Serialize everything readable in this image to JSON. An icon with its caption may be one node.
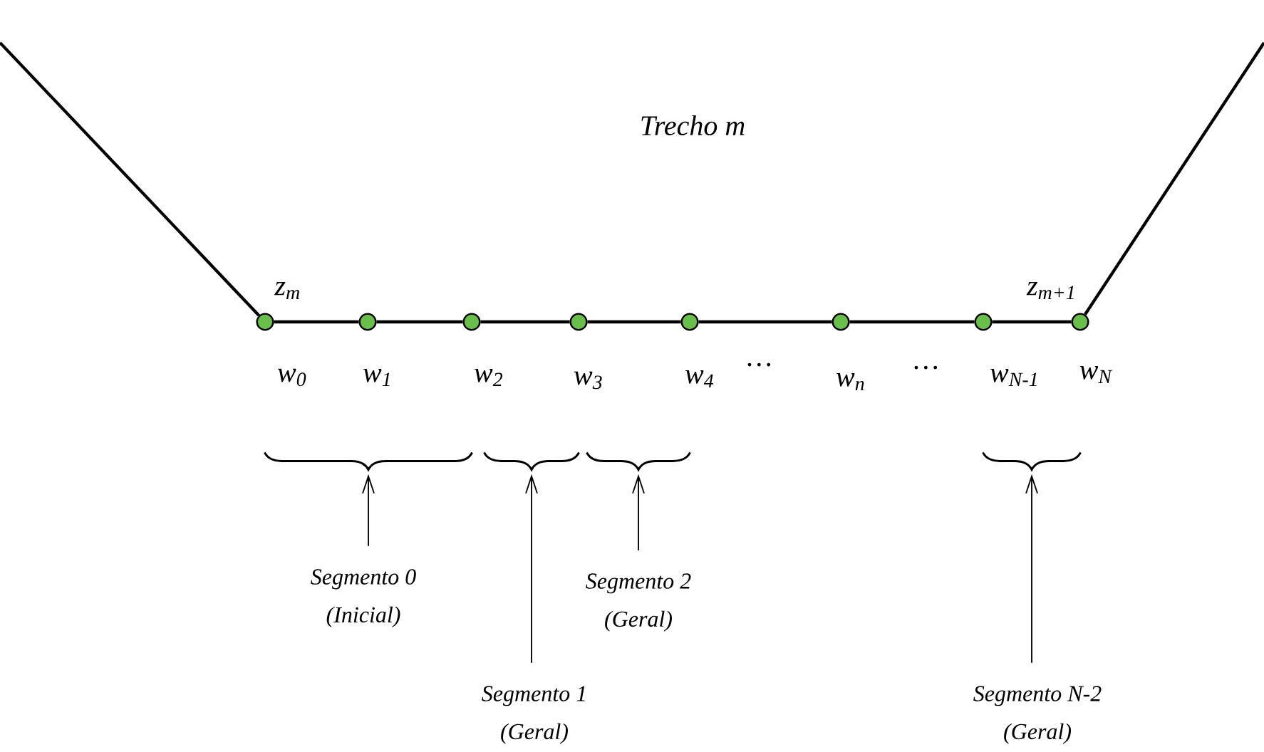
{
  "diagram": {
    "nodes": [
      {
        "text": [],
        "shape": "circle",
        "beside": [
          "w$_{0}$",
          "z$_{m}$"
        ]
      },
      {
        "text": [],
        "shape": "circle",
        "beside": [
          "w$_{1}$"
        ]
      },
      {
        "text": [],
        "shape": "circle",
        "beside": [
          "w$_{2}$"
        ]
      },
      {
        "text": [],
        "shape": "circle",
        "beside": [
          "w$_{3}$"
        ]
      },
      {
        "text": [],
        "shape": "circle",
        "beside": [
          "w$_{4}$"
        ]
      },
      {
        "text": [],
        "shape": "circle",
        "beside": [
          "w$_{n}$"
        ]
      },
      {
        "text": [],
        "shape": "circle",
        "beside": [
          "w$_{N-1}$"
        ]
      },
      {
        "text": [],
        "shape": "circle",
        "beside": [
          "w$_{N}$",
          "z$_{m+1}$"
        ]
      },
      {
        "text": [
          "Segmento 0",
          "(Inicial)"
        ]
      },
      {
        "text": [
          "Segmento 1",
          "(Geral)"
        ]
      },
      {
        "text": [
          "Segmento 2",
          "(Geral)"
        ]
      },
      {
        "text": [
          "Segmento N-2",
          "(Geral)"
        ]
      },
      {
        "text": [],
        "shape": "brace"
      },
      {
        "text": [],
        "shape": "brace"
      },
      {
        "text": [],
        "shape": "brace"
      },
      {
        "text": [],
        "shape": "brace"
      }
    ],
    "edges": [
      {
        "from": null,
        "to": 0,
        "arrow": "none"
      },
      {
        "from": 0,
        "to": 1,
        "arrow": "none"
      },
      {
        "from": 1,
        "to": 2,
        "arrow": "none"
      },
      {
        "from": 2,
        "to": 3,
        "arrow": "none"
      },
      {
        "from": 3,
        "to": 4,
        "arrow": "none"
      },
      {
        "from": 4,
        "to": 5,
        "arrow": "none"
      },
      {
        "from": 5,
        "to": 6,
        "arrow": "none"
      },
      {
        "from": 6,
        "to": 7,
        "arrow": "none"
      },
      {
        "from": 7,
        "to": null,
        "arrow": "none"
      },
      {
        "from": 8,
        "to": 12,
        "arrow": "to"
      },
      {
        "from": 9,
        "to": 13,
        "arrow": "to"
      },
      {
        "from": 10,
        "to": 14,
        "arrow": "to"
      },
      {
        "from": 11,
        "to": 15,
        "arrow": "to"
      }
    ],
    "labels": [
      "Trecho m",
      "…",
      "…"
    ]
  }
}
